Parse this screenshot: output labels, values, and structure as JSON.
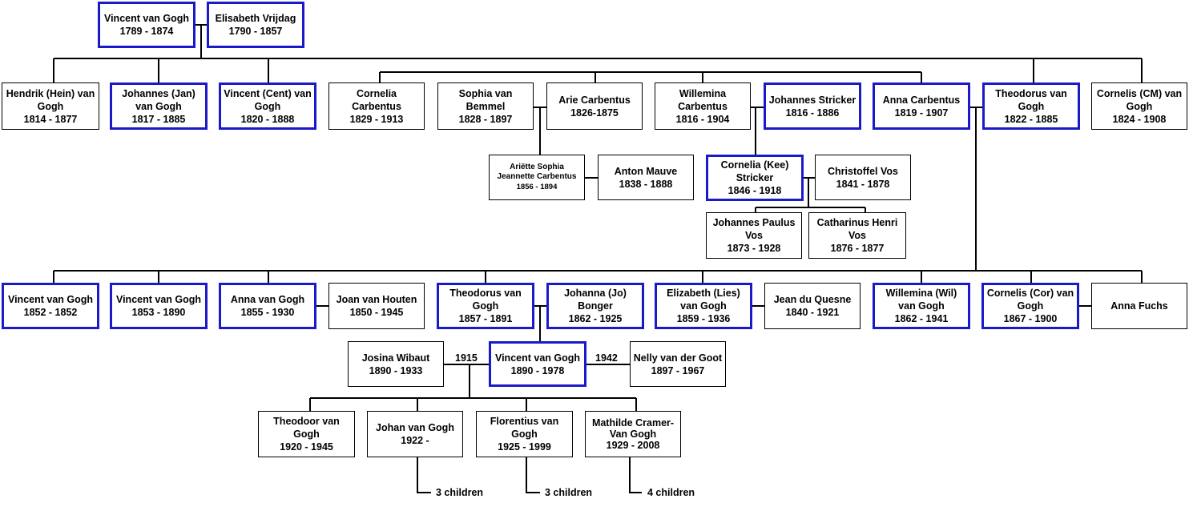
{
  "colors": {
    "blood_border": "#1a1ac8",
    "line": "#000000"
  },
  "people": {
    "vincent_1789": {
      "name": "Vincent van Gogh",
      "life": "1789 - 1874"
    },
    "elisabeth_vrijdag": {
      "name": "Elisabeth Vrijdag",
      "life": "1790 - 1857"
    },
    "hendrik_hein": {
      "name": "Hendrik (Hein) van Gogh",
      "life": "1814 - 1877"
    },
    "johannes_jan": {
      "name": "Johannes (Jan) van Gogh",
      "life": "1817 - 1885"
    },
    "vincent_cent": {
      "name": "Vincent (Cent) van Gogh",
      "life": "1820 - 1888"
    },
    "cornelia_carbentus": {
      "name": "Cornelia Carbentus",
      "life": "1829 - 1913"
    },
    "sophia_van_bemmel": {
      "name": "Sophia van Bemmel",
      "life": "1828 - 1897"
    },
    "arie_carbentus": {
      "name": "Arie Carbentus",
      "life": "1826-1875"
    },
    "willemina_carbentus": {
      "name": "Willemina Carbentus",
      "life": "1816 - 1904"
    },
    "johannes_stricker": {
      "name": "Johannes Stricker",
      "life": "1816 - 1886"
    },
    "anna_carbentus": {
      "name": "Anna Carbentus",
      "life": "1819 - 1907"
    },
    "theodorus_1822": {
      "name": "Theodorus van Gogh",
      "life": "1822 - 1885"
    },
    "cornelis_cm": {
      "name": "Cornelis (CM) van Gogh",
      "life": "1824 - 1908"
    },
    "ariette_sophia": {
      "name": "Ariëtte Sophia Jeannette Carbentus",
      "life": "1856 - 1894"
    },
    "anton_mauve": {
      "name": "Anton Mauve",
      "life": "1838 - 1888"
    },
    "cornelia_kee": {
      "name": "Cornelia (Kee) Stricker",
      "life": "1846 - 1918"
    },
    "christoffel_vos": {
      "name": "Christoffel Vos",
      "life": "1841 - 1878"
    },
    "johannes_paulus_vos": {
      "name": "Johannes Paulus Vos",
      "life": "1873 - 1928"
    },
    "catharinus_henri_vos": {
      "name": "Catharinus Henri Vos",
      "life": "1876 - 1877"
    },
    "vincent_1852": {
      "name": "Vincent van Gogh",
      "life": "1852 - 1852"
    },
    "vincent_1853": {
      "name": "Vincent van Gogh",
      "life": "1853 - 1890"
    },
    "anna_van_gogh": {
      "name": "Anna van Gogh",
      "life": "1855 - 1930"
    },
    "joan_van_houten": {
      "name": "Joan van Houten",
      "life": "1850 - 1945"
    },
    "theodorus_1857": {
      "name": "Theodorus van Gogh",
      "life": "1857 - 1891"
    },
    "johanna_jo": {
      "name": "Johanna (Jo) Bonger",
      "life": "1862 - 1925"
    },
    "elizabeth_lies": {
      "name": "Elizabeth (Lies) van Gogh",
      "life": "1859 - 1936"
    },
    "jean_du_quesne": {
      "name": "Jean du Quesne",
      "life": "1840 - 1921"
    },
    "willemina_wil": {
      "name": "Willemina (Wil) van Gogh",
      "life": "1862 - 1941"
    },
    "cornelis_cor": {
      "name": "Cornelis (Cor) van Gogh",
      "life": "1867 - 1900"
    },
    "anna_fuchs": {
      "name": "Anna Fuchs",
      "life": ""
    },
    "josina_wibaut": {
      "name": "Josina Wibaut",
      "life": "1890 - 1933"
    },
    "vincent_1890": {
      "name": "Vincent van Gogh",
      "life": "1890 - 1978"
    },
    "nelly_van_der_goot": {
      "name": "Nelly van der Goot",
      "life": "1897 - 1967"
    },
    "theodoor_van_gogh": {
      "name": "Theodoor van Gogh",
      "life": "1920 - 1945"
    },
    "johan_van_gogh": {
      "name": "Johan van Gogh",
      "life": "1922 -"
    },
    "florentius_van_gogh": {
      "name": "Florentius van Gogh",
      "life": "1925 - 1999"
    },
    "mathilde_cramer": {
      "name": "Mathilde Cramer-Van Gogh",
      "life": "1929 - 2008"
    }
  },
  "labels": {
    "marriage_1915": "1915",
    "marriage_1942": "1942",
    "johan_children": "3 children",
    "florentius_children": "3 children",
    "mathilde_children": "4 children"
  }
}
